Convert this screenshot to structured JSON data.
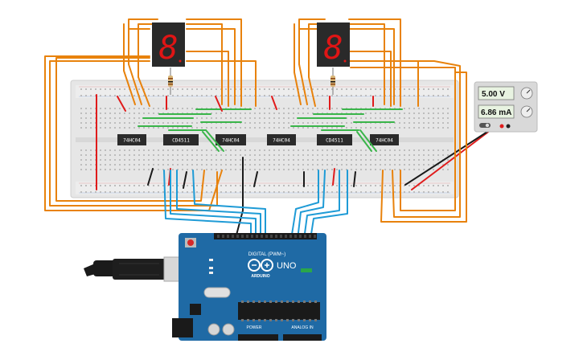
{
  "breadboard": {
    "chips": [
      {
        "label": "74HC04"
      },
      {
        "label": "CD4511"
      },
      {
        "label": "74HC04"
      },
      {
        "label": "74HC04"
      },
      {
        "label": "CD4511"
      },
      {
        "label": "74HC04"
      }
    ]
  },
  "displays": [
    {
      "digit": "8"
    },
    {
      "digit": "8"
    }
  ],
  "power_supply": {
    "voltage": "5.00 V",
    "current": "6.86 mA"
  },
  "arduino": {
    "model": "UNO",
    "brand": "ARDUINO",
    "digital_label": "DIGITAL (PWM~)",
    "power_label": "POWER",
    "analog_label": "ANALOG IN"
  },
  "colors": {
    "wire_orange": "#e8820c",
    "wire_blue": "#1f9bd6",
    "wire_green": "#3ab54a",
    "wire_red": "#e01b1b",
    "wire_black": "#1a1a1a",
    "board_blue": "#1f6aa5",
    "breadboard": "#e9e9e9",
    "display_red": "#e01515"
  }
}
